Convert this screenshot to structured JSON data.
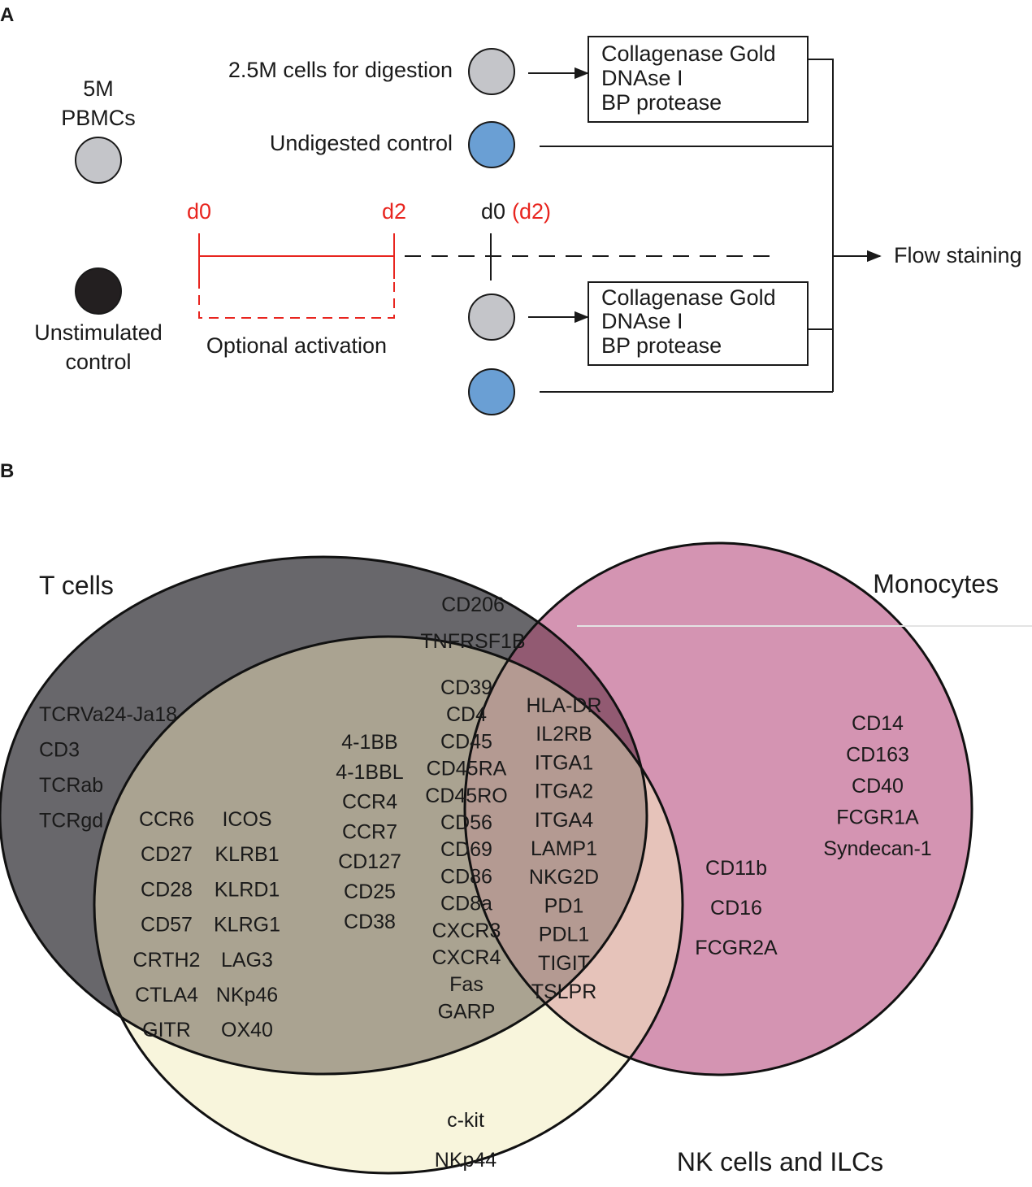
{
  "panel_a": {
    "letter": "A",
    "pbmc_label": [
      "5M",
      "PBMCs"
    ],
    "unstim_label": [
      "Unstimulated",
      "control"
    ],
    "digestion_label": "2.5M cells for digestion",
    "undigested_label": "Undigested control",
    "d0_start": "d0",
    "d2_end": "d2",
    "d0_mid": "d0",
    "d2_mid": "(d2)",
    "activation_label": "Optional activation",
    "enzymes_top": [
      "Collagenase Gold",
      "DNAse I",
      "BP protease"
    ],
    "enzymes_bottom": [
      "Collagenase Gold",
      "DNAse I",
      "BP protease"
    ],
    "flow_label": "Flow staining",
    "colors": {
      "grey_cell": "#c4c5c9",
      "blue_cell": "#6a9fd4",
      "black_cell": "#231f20",
      "timeline_red": "#e8251f"
    }
  },
  "panel_b": {
    "letter": "B",
    "sets": {
      "t_cells": "T cells",
      "monocytes": "Monocytes",
      "nk": "NK cells and ILCs"
    },
    "colors": {
      "t_cells": "#68676b",
      "monocytes": "#d494b2",
      "nk": "#f8f5dc",
      "t_nk": "#aaa391",
      "t_mono": "#925a72",
      "mono_nk": "#e6c3ba",
      "all_three": "#b49a92"
    },
    "t_only": [
      "TCRVa24-Ja18",
      "CD3",
      "TCRab",
      "TCRgd"
    ],
    "t_mono": [
      "CD206",
      "TNFRSF1B"
    ],
    "mono_only": [
      "CD14",
      "CD163",
      "CD40",
      "FCGR1A",
      "Syndecan-1"
    ],
    "t_nk_left": [
      "CCR6",
      "CD27",
      "CD28",
      "CD57",
      "CRTH2",
      "CTLA4",
      "GITR"
    ],
    "t_nk_right": [
      "ICOS",
      "KLRB1",
      "KLRD1",
      "KLRG1",
      "LAG3",
      "NKp46",
      "OX40"
    ],
    "all_col1": [
      "4-1BB",
      "4-1BBL",
      "CCR4",
      "CCR7",
      "CD127",
      "CD25",
      "CD38"
    ],
    "all_col2": [
      "CD39",
      "CD4",
      "CD45",
      "CD45RA",
      "CD45RO",
      "CD56",
      "CD69",
      "CD86",
      "CD8a",
      "CXCR3",
      "CXCR4",
      "Fas",
      "GARP"
    ],
    "all_col3": [
      "HLA-DR",
      "IL2RB",
      "ITGA1",
      "ITGA2",
      "ITGA4",
      "LAMP1",
      "NKG2D",
      "PD1",
      "PDL1",
      "TIGIT",
      "TSLPR"
    ],
    "mono_nk": [
      "CD11b",
      "CD16",
      "FCGR2A"
    ],
    "nk_only": [
      "c-kit",
      "NKp44"
    ]
  }
}
